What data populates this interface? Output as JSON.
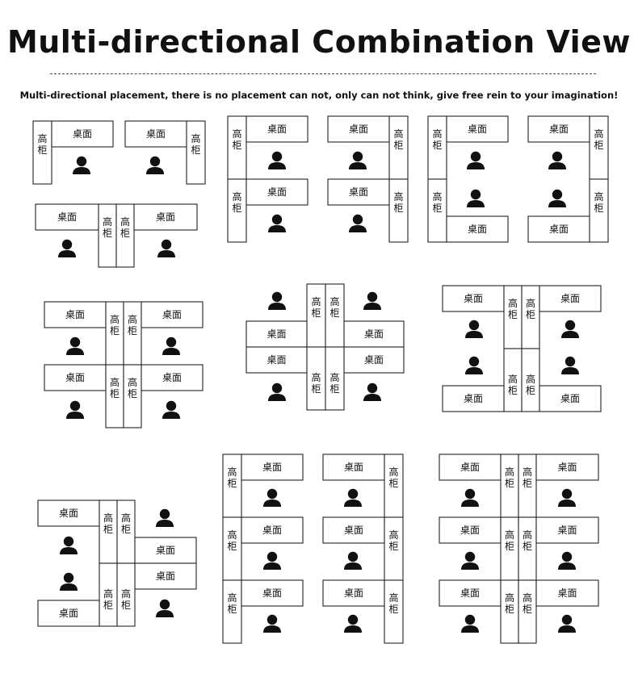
{
  "title": "Multi-directional Combination View",
  "subtitle": "Multi-directional placement, there is no placement can not, only can not think, give free rein to your imagination!",
  "labels": {
    "desk": "桌面",
    "cabinet": "高柜"
  },
  "layouts": [
    "layout-1",
    "layout-2",
    "layout-3",
    "layout-4",
    "layout-5",
    "layout-6",
    "layout-7",
    "layout-8",
    "layout-9",
    "layout-10",
    "layout-11"
  ]
}
